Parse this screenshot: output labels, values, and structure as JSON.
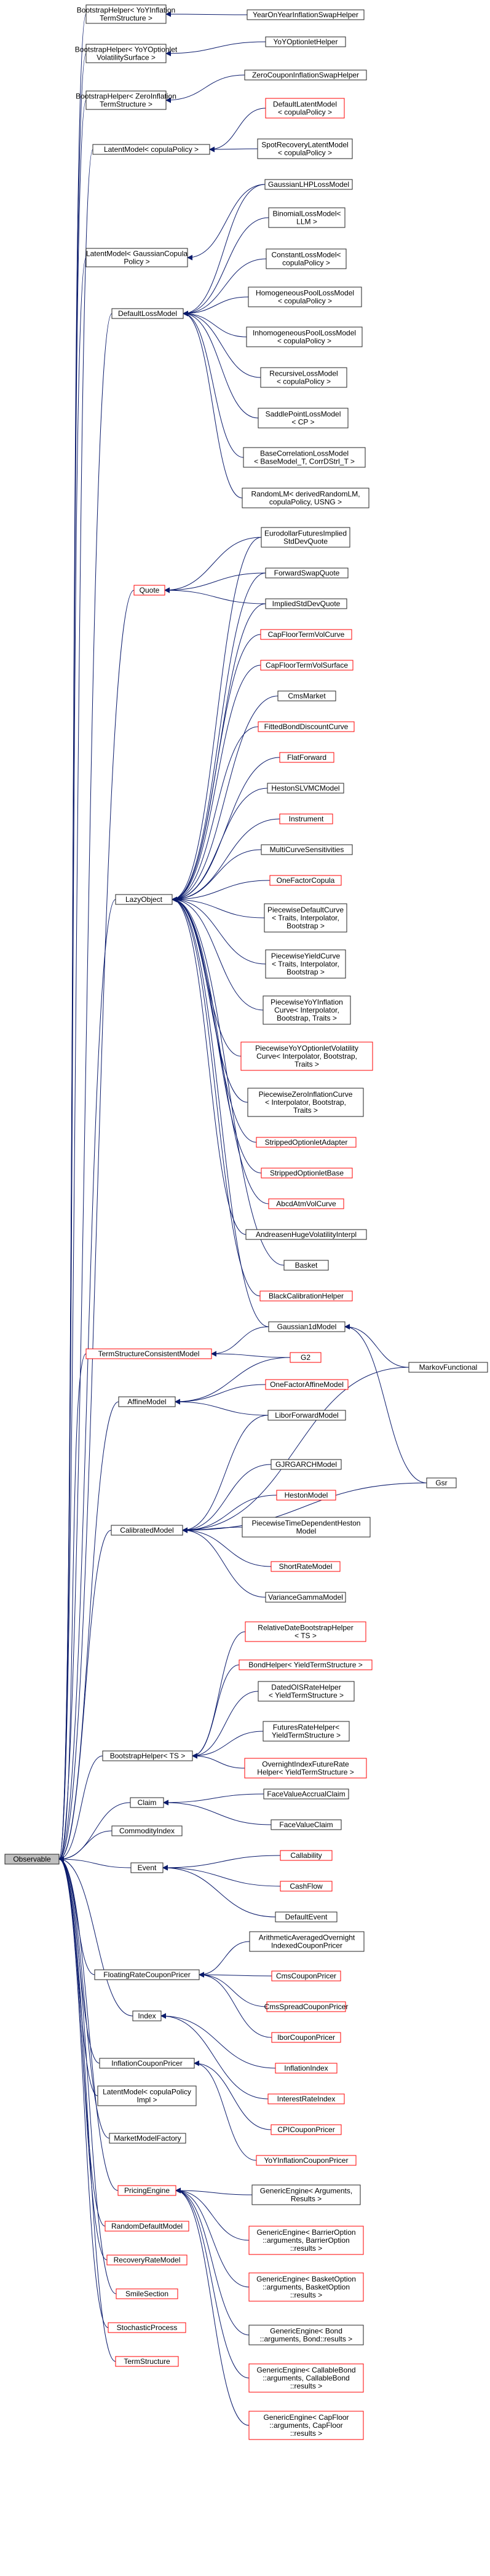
{
  "colors": {
    "edge": "#0a1a6b",
    "red_border": "#ff0000",
    "root_fill": "#bfbfbf"
  },
  "nodes": {
    "observable": [
      "Observable"
    ],
    "bootstrap_yoy_infl": [
      "BootstrapHelper< YoYInflation",
      "TermStructure >"
    ],
    "yoy_infl_swap_helper": [
      "YearOnYearInflationSwapHelper"
    ],
    "bootstrap_yoy_vol": [
      "BootstrapHelper< YoYOptionlet",
      "VolatilitySurface >"
    ],
    "yoy_optionlet_helper": [
      "YoYOptionletHelper"
    ],
    "bootstrap_zero_infl": [
      "BootstrapHelper< ZeroInflation",
      "TermStructure >"
    ],
    "zero_coupon_infl_swap_helper": [
      "ZeroCouponInflationSwapHelper"
    ],
    "latent_copula": [
      "LatentModel< copulaPolicy >"
    ],
    "default_latent_model": [
      "DefaultLatentModel",
      "< copulaPolicy >"
    ],
    "spot_recovery_latent_model": [
      "SpotRecoveryLatentModel",
      "< copulaPolicy >"
    ],
    "latent_gaussian": [
      "LatentModel< GaussianCopula",
      "Policy >"
    ],
    "gaussian_lhp": [
      "GaussianLHPLossModel"
    ],
    "binomial_loss": [
      "BinomialLossModel<",
      "LLM >"
    ],
    "constant_loss": [
      "ConstantLossModel<",
      "copulaPolicy >"
    ],
    "default_loss_model": [
      "DefaultLossModel"
    ],
    "homogeneous_pool": [
      "HomogeneousPoolLossModel",
      "< copulaPolicy >"
    ],
    "inhomogeneous_pool": [
      "InhomogeneousPoolLossModel",
      "< copulaPolicy >"
    ],
    "recursive_loss": [
      "RecursiveLossModel",
      "< copulaPolicy >"
    ],
    "saddle_point": [
      "SaddlePointLossModel",
      "< CP >"
    ],
    "base_correlation": [
      "BaseCorrelationLossModel",
      "< BaseModel_T, CorrDStrl_T >"
    ],
    "random_llm": [
      "RandomLM< derivedRandomLM,",
      "copulaPolicy, USNG >"
    ],
    "eurodollar_futures": [
      "EurodollarFuturesImplied",
      "StdDevQuote"
    ],
    "quote": [
      "Quote"
    ],
    "forward_swap_quote": [
      "ForwardSwapQuote"
    ],
    "implied_std_dev": [
      "ImpliedStdDevQuote"
    ],
    "cap_floor_term_vol_curve": [
      "CapFloorTermVolCurve"
    ],
    "cap_floor_term_vol_surface": [
      "CapFloorTermVolSurface"
    ],
    "cms_market": [
      "CmsMarket"
    ],
    "fitted_bond": [
      "FittedBondDiscountCurve"
    ],
    "flat_forward": [
      "FlatForward"
    ],
    "heston_slvmc": [
      "HestonSLVMCModel"
    ],
    "instrument": [
      "Instrument"
    ],
    "multicurve_sens": [
      "MultiCurveSensitivities"
    ],
    "one_factor_copula": [
      "OneFactorCopula"
    ],
    "lazy_object": [
      "LazyObject"
    ],
    "pw_default_curve": [
      "PiecewiseDefaultCurve",
      "< Traits, Interpolator,",
      "Bootstrap >"
    ],
    "pw_yield_curve": [
      "PiecewiseYieldCurve",
      "< Traits, Interpolator,",
      "Bootstrap >"
    ],
    "pw_yoy_infl_curve": [
      "PiecewiseYoYInflation",
      "Curve< Interpolator,",
      "Bootstrap, Traits >"
    ],
    "pw_yoy_optionlet": [
      "PiecewiseYoYOptionletVolatility",
      "Curve< Interpolator, Bootstrap,",
      "Traits >"
    ],
    "pw_zero_infl_curve": [
      "PiecewiseZeroInflationCurve",
      "< Interpolator, Bootstrap,",
      "Traits >"
    ],
    "stripped_optionlet_adapter": [
      "StrippedOptionletAdapter"
    ],
    "stripped_optionlet_base": [
      "StrippedOptionletBase"
    ],
    "abcd_atm_vol": [
      "AbcdAtmVolCurve"
    ],
    "andreasen_huge": [
      "AndreasenHugeVolatilityInterpl"
    ],
    "basket": [
      "Basket"
    ],
    "black_calibration": [
      "BlackCalibrationHelper"
    ],
    "gaussian1d": [
      "Gaussian1dModel"
    ],
    "markov_functional": [
      "MarkovFunctional"
    ],
    "term_structure_consistent": [
      "TermStructureConsistentModel"
    ],
    "g2": [
      "G2"
    ],
    "one_factor_affine": [
      "OneFactorAffineModel"
    ],
    "affine_model": [
      "AffineModel"
    ],
    "libor_forward": [
      "LiborForwardModel"
    ],
    "gsr": [
      "Gsr"
    ],
    "gjrgarch": [
      "GJRGARCHModel"
    ],
    "heston_model": [
      "HestonModel"
    ],
    "calibrated_model": [
      "CalibratedModel"
    ],
    "pw_time_dep_heston": [
      "PiecewiseTimeDependentHeston",
      "Model"
    ],
    "short_rate_model": [
      "ShortRateModel"
    ],
    "variance_gamma": [
      "VarianceGammaModel"
    ],
    "relative_date_bootstrap": [
      "RelativeDateBootstrapHelper",
      "< TS >"
    ],
    "bond_helper": [
      "BondHelper< YieldTermStructure >"
    ],
    "dated_ois_rate": [
      "DatedOISRateHelper",
      "< YieldTermStructure >"
    ],
    "bootstrap_ts": [
      "BootstrapHelper< TS >"
    ],
    "futures_rate": [
      "FuturesRateHelper<",
      "YieldTermStructure >"
    ],
    "overnight_index_future": [
      "OvernightIndexFutureRate",
      "Helper< YieldTermStructure >"
    ],
    "claim": [
      "Claim"
    ],
    "face_value_accrual": [
      "FaceValueAccrualClaim"
    ],
    "commodity_index": [
      "CommodityIndex"
    ],
    "face_value_claim": [
      "FaceValueClaim"
    ],
    "event": [
      "Event"
    ],
    "callability": [
      "Callability"
    ],
    "cashflow": [
      "CashFlow"
    ],
    "default_event": [
      "DefaultEvent"
    ],
    "arithmetic_avg_overnight": [
      "ArithmeticAveragedOvernight",
      "IndexedCouponPricer"
    ],
    "floating_rate_pricer": [
      "FloatingRateCouponPricer"
    ],
    "cms_coupon_pricer": [
      "CmsCouponPricer"
    ],
    "cms_spread_pricer": [
      "CmsSpreadCouponPricer"
    ],
    "index": [
      "Index"
    ],
    "ibor_coupon_pricer": [
      "IborCouponPricer"
    ],
    "inflation_index": [
      "InflationIndex"
    ],
    "inflation_coupon_pricer": [
      "InflationCouponPricer"
    ],
    "interest_rate_index": [
      "InterestRateIndex"
    ],
    "latent_copula_impl": [
      "LatentModel< copulaPolicy",
      "Impl >"
    ],
    "cpi_coupon_pricer": [
      "CPICouponPricer"
    ],
    "market_model_factory": [
      "MarketModelFactory"
    ],
    "yoy_infl_coupon_pricer": [
      "YoYInflationCouponPricer"
    ],
    "pricing_engine": [
      "PricingEngine"
    ],
    "ge_arguments": [
      "GenericEngine< Arguments,",
      "Results >"
    ],
    "random_default": [
      "RandomDefaultModel"
    ],
    "ge_barrier": [
      "GenericEngine< BarrierOption",
      "::arguments, BarrierOption",
      "::results >"
    ],
    "recovery_rate": [
      "RecoveryRateModel"
    ],
    "ge_basket": [
      "GenericEngine< BasketOption",
      "::arguments, BasketOption",
      "::results >"
    ],
    "smile_section": [
      "SmileSection"
    ],
    "ge_bond": [
      "GenericEngine< Bond",
      "::arguments, Bond::results >"
    ],
    "stochastic_process": [
      "StochasticProcess"
    ],
    "ge_callable_bond": [
      "GenericEngine< CallableBond",
      "::arguments, CallableBond",
      "::results >"
    ],
    "term_structure": [
      "TermStructure"
    ],
    "ge_cap_floor": [
      "GenericEngine< CapFloor",
      "::arguments, CapFloor",
      "::results >"
    ]
  }
}
